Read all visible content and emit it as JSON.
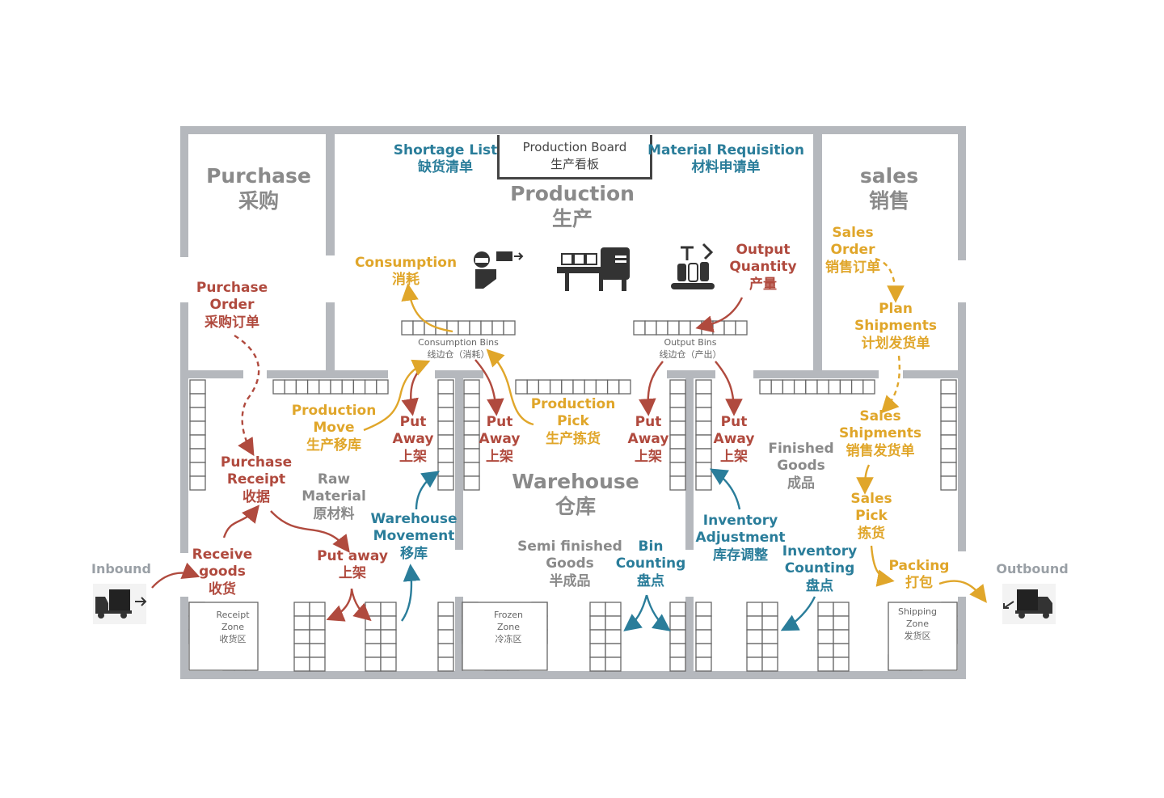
{
  "board": {
    "en": "Production Board",
    "zh": "生产看板"
  },
  "rooms": {
    "purchase": {
      "en": "Purchase",
      "zh": "采购"
    },
    "production": {
      "en": "Production",
      "zh": "生产"
    },
    "sales": {
      "en": "sales",
      "zh": "销售"
    },
    "warehouse": {
      "en": "Warehouse",
      "zh": "仓库"
    }
  },
  "production_docs": {
    "shortage": {
      "en": "Shortage List",
      "zh": "缺货清单"
    },
    "requisition": {
      "en": "Material Requisition",
      "zh": "材料申请单"
    }
  },
  "bins": {
    "consumption": {
      "en": "Consumption Bins",
      "zh": "线边仓（消耗）"
    },
    "output": {
      "en": "Output Bins",
      "zh": "线边仓（产出）"
    }
  },
  "flows": {
    "purchase_order": {
      "l1": "Purchase",
      "l2": "Order",
      "zh": "采购订单"
    },
    "purchase_receipt": {
      "l1": "Purchase",
      "l2": "Receipt",
      "zh": "收据"
    },
    "receive_goods": {
      "l1": "Receive",
      "l2": "goods",
      "zh": "收货"
    },
    "put_away_bottom": {
      "l1": "Put away",
      "zh": "上架"
    },
    "consumption": {
      "en": "Consumption",
      "zh": "消耗"
    },
    "production_move": {
      "l1": "Production",
      "l2": "Move",
      "zh": "生产移库"
    },
    "put_away_1": {
      "l1": "Put",
      "l2": "Away",
      "zh": "上架"
    },
    "put_away_2": {
      "l1": "Put",
      "l2": "Away",
      "zh": "上架"
    },
    "production_pick": {
      "l1": "Production",
      "l2": "Pick",
      "zh": "生产拣货"
    },
    "put_away_3": {
      "l1": "Put",
      "l2": "Away",
      "zh": "上架"
    },
    "put_away_4": {
      "l1": "Put",
      "l2": "Away",
      "zh": "上架"
    },
    "output_quantity": {
      "l1": "Output",
      "l2": "Quantity",
      "zh": "产量"
    },
    "warehouse_movement": {
      "l1": "Warehouse",
      "l2": "Movement",
      "zh": "移库"
    },
    "bin_counting": {
      "l1": "Bin",
      "l2": "Counting",
      "zh": "盘点"
    },
    "inventory_adjustment": {
      "l1": "Inventory",
      "l2": "Adjustment",
      "zh": "库存调整"
    },
    "inventory_counting": {
      "l1": "Inventory",
      "l2": "Counting",
      "zh": "盘点"
    },
    "sales_order": {
      "l1": "Sales",
      "l2": "Order",
      "zh": "销售订单"
    },
    "plan_shipments": {
      "l1": "Plan",
      "l2": "Shipments",
      "zh": "计划发货单"
    },
    "sales_shipments": {
      "l1": "Sales",
      "l2": "Shipments",
      "zh": "销售发货单"
    },
    "sales_pick": {
      "l1": "Sales",
      "l2": "Pick",
      "zh": "拣货"
    },
    "packing": {
      "en": "Packing",
      "zh": "打包"
    }
  },
  "inventory": {
    "raw": {
      "l1": "Raw",
      "l2": "Material",
      "zh": "原材料"
    },
    "semi": {
      "l1": "Semi finished",
      "l2": "Goods",
      "zh": "半成品"
    },
    "finished": {
      "l1": "Finished",
      "l2": "Goods",
      "zh": "成品"
    }
  },
  "zones": {
    "receipt": {
      "l1": "Receipt",
      "l2": "Zone",
      "zh": "收货区"
    },
    "frozen": {
      "l1": "Frozen",
      "l2": "Zone",
      "zh": "冷冻区"
    },
    "shipping": {
      "l1": "Shipping",
      "l2": "Zone",
      "zh": "发货区"
    }
  },
  "endpoints": {
    "inbound": "Inbound",
    "outbound": "Outbound"
  },
  "colors": {
    "wall": "#b5b8bd",
    "purchase_flow": "#b04a3e",
    "production_flow": "#e0a62a",
    "warehouse_flow": "#2a7d9a",
    "label_grey": "#8a8a8a",
    "shelf_stroke": "#666666"
  },
  "icons": [
    "truck-inbound-icon",
    "truck-outbound-icon",
    "robot-arm-icon",
    "conveyor-machine-icon",
    "bottling-line-icon"
  ]
}
